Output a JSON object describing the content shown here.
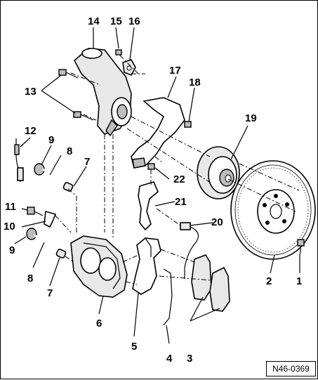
{
  "diagram": {
    "reference_code": "N46-0369",
    "labels": [
      {
        "id": "1",
        "text": "1"
      },
      {
        "id": "2",
        "text": "2"
      },
      {
        "id": "3",
        "text": "3"
      },
      {
        "id": "4",
        "text": "4"
      },
      {
        "id": "5",
        "text": "5"
      },
      {
        "id": "6",
        "text": "6"
      },
      {
        "id": "7a",
        "text": "7"
      },
      {
        "id": "7b",
        "text": "7"
      },
      {
        "id": "8a",
        "text": "8"
      },
      {
        "id": "8b",
        "text": "8"
      },
      {
        "id": "9a",
        "text": "9"
      },
      {
        "id": "9b",
        "text": "9"
      },
      {
        "id": "10",
        "text": "10"
      },
      {
        "id": "11",
        "text": "11"
      },
      {
        "id": "12",
        "text": "12"
      },
      {
        "id": "13",
        "text": "13"
      },
      {
        "id": "14",
        "text": "14"
      },
      {
        "id": "15",
        "text": "15"
      },
      {
        "id": "16",
        "text": "16"
      },
      {
        "id": "17",
        "text": "17"
      },
      {
        "id": "18",
        "text": "18"
      },
      {
        "id": "19",
        "text": "19"
      },
      {
        "id": "20",
        "text": "20"
      },
      {
        "id": "21",
        "text": "21"
      },
      {
        "id": "22",
        "text": "22"
      }
    ]
  }
}
